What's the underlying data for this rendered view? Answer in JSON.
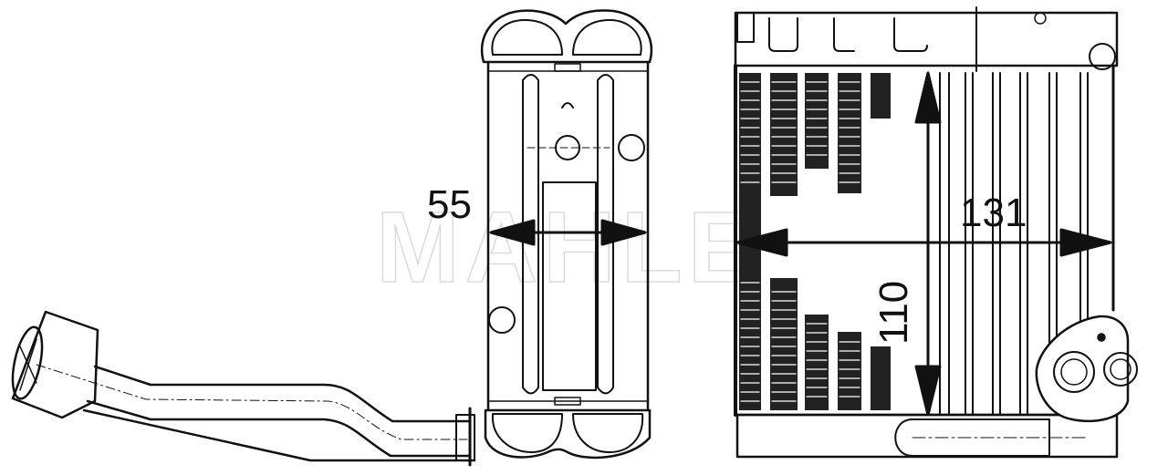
{
  "drawing": {
    "watermark": "MAHLE",
    "dimensions": {
      "width_side_view": "55",
      "width_front_view": "131",
      "height_front_view": "110"
    },
    "views": [
      {
        "name": "side-view-with-pipe",
        "label": ""
      },
      {
        "name": "end-view",
        "label": ""
      },
      {
        "name": "front-view",
        "label": ""
      }
    ],
    "colors": {
      "line": "#111111",
      "background": "#ffffff",
      "watermark": "#d8d8d8"
    }
  }
}
